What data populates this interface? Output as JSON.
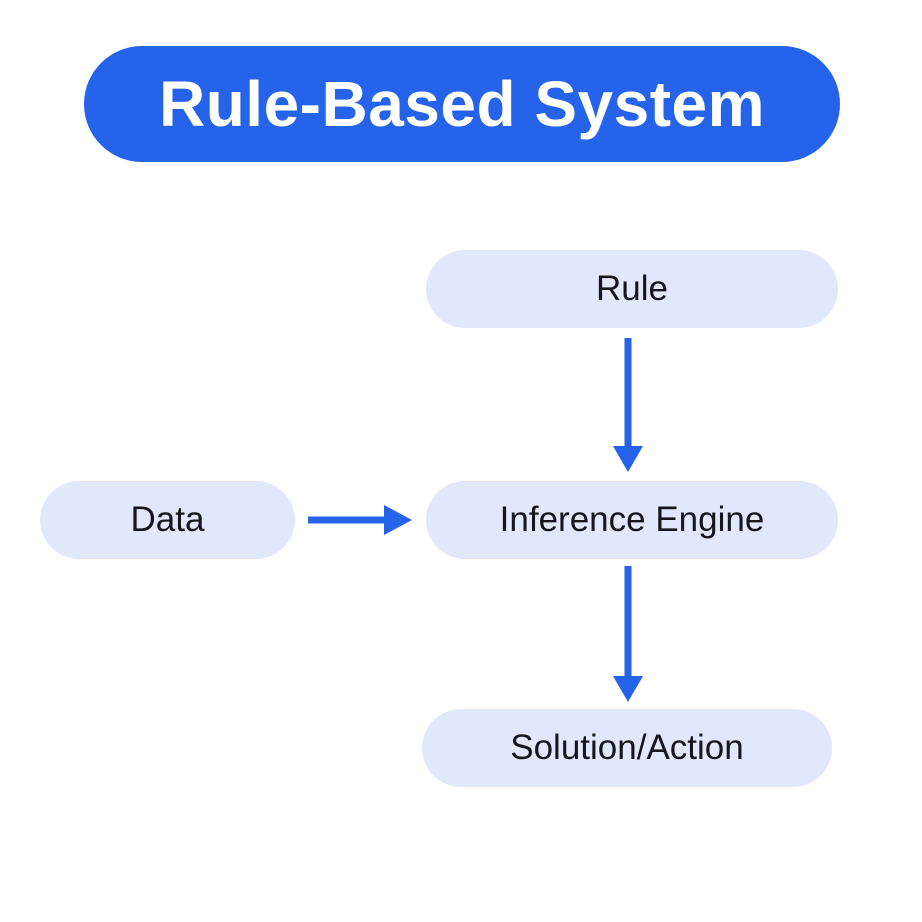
{
  "title": "Rule-Based System",
  "nodes": {
    "rule": {
      "label": "Rule"
    },
    "data": {
      "label": "Data"
    },
    "inference": {
      "label": "Inference Engine"
    },
    "solution": {
      "label": "Solution/Action"
    }
  },
  "edges": [
    {
      "from": "Rule",
      "to": "Inference Engine",
      "direction": "down"
    },
    {
      "from": "Data",
      "to": "Inference Engine",
      "direction": "right"
    },
    {
      "from": "Inference Engine",
      "to": "Solution/Action",
      "direction": "down"
    }
  ],
  "colors": {
    "accent": "#2563EB",
    "node-bg": "#E2E8FB",
    "node-text": "#15171C",
    "title-text": "#FFFFFF",
    "background": "#FFFFFF"
  }
}
